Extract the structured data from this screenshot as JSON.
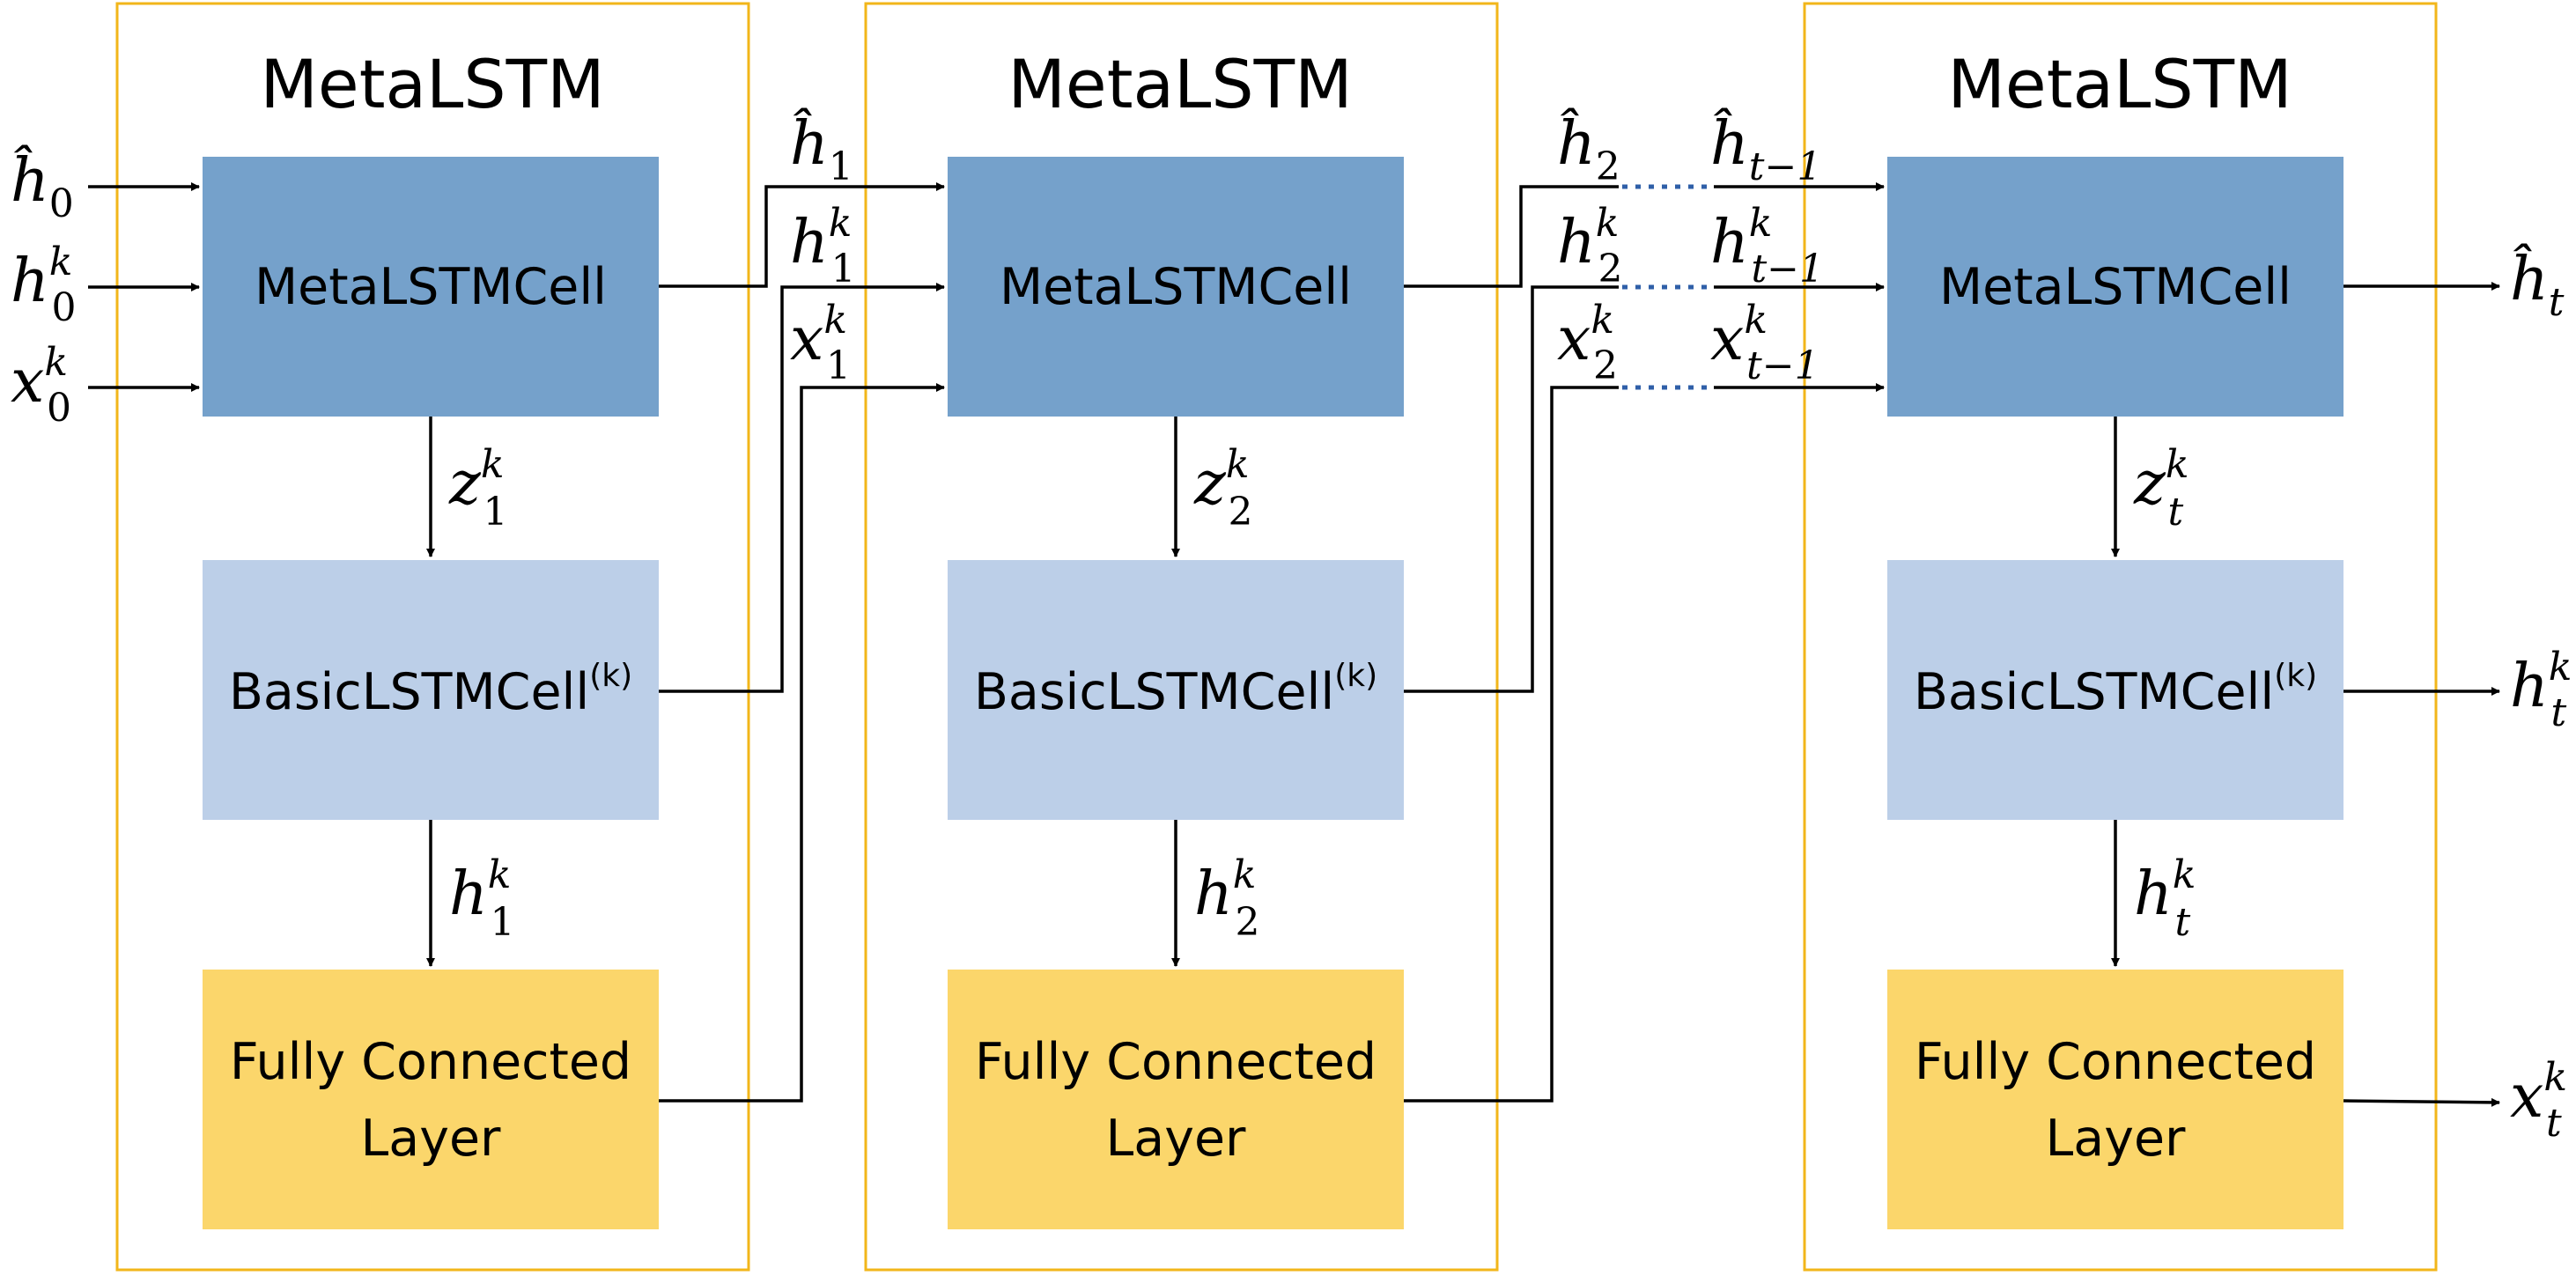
{
  "cells": [
    {
      "title": "MetaLSTM",
      "meta_cell": "MetaLSTMCell",
      "basic_cell": "BasicLSTMCell",
      "basic_cell_sup": "(k)",
      "fc_line1": "Fully Connected",
      "fc_line2": "Layer",
      "z": {
        "base": "z",
        "sub": "1",
        "sup": "k"
      },
      "h": {
        "base": "h",
        "sub": "1",
        "sup": "k"
      }
    },
    {
      "title": "MetaLSTM",
      "meta_cell": "MetaLSTMCell",
      "basic_cell": "BasicLSTMCell",
      "basic_cell_sup": "(k)",
      "fc_line1": "Fully Connected",
      "fc_line2": "Layer",
      "z": {
        "base": "z",
        "sub": "2",
        "sup": "k"
      },
      "h": {
        "base": "h",
        "sub": "2",
        "sup": "k"
      }
    },
    {
      "title": "MetaLSTM",
      "meta_cell": "MetaLSTMCell",
      "basic_cell": "BasicLSTMCell",
      "basic_cell_sup": "(k)",
      "fc_line1": "Fully Connected",
      "fc_line2": "Layer",
      "z": {
        "base": "z",
        "sub": "t",
        "sup": "k"
      },
      "h": {
        "base": "h",
        "sub": "t",
        "sup": "k"
      }
    }
  ],
  "inputs": [
    {
      "base": "ĥ",
      "sub": "0",
      "sup": ""
    },
    {
      "base": "h",
      "sub": "0",
      "sup": "k"
    },
    {
      "base": "x",
      "sub": "0",
      "sup": "k"
    }
  ],
  "links_1_2": [
    {
      "base": "ĥ",
      "sub": "1",
      "sup": ""
    },
    {
      "base": "h",
      "sub": "1",
      "sup": "k"
    },
    {
      "base": "x",
      "sub": "1",
      "sup": "k"
    }
  ],
  "links_2_out": [
    {
      "base": "ĥ",
      "sub": "2",
      "sup": ""
    },
    {
      "base": "h",
      "sub": "2",
      "sup": "k"
    },
    {
      "base": "x",
      "sub": "2",
      "sup": "k"
    }
  ],
  "links_t_in": [
    {
      "base": "ĥ",
      "sub": "t−1",
      "sup": ""
    },
    {
      "base": "h",
      "sub": "t−1",
      "sup": "k"
    },
    {
      "base": "x",
      "sub": "t−1",
      "sup": "k"
    }
  ],
  "outputs": [
    {
      "base": "ĥ",
      "sub": "t",
      "sup": ""
    },
    {
      "base": "h",
      "sub": "t",
      "sup": "k"
    },
    {
      "base": "x",
      "sub": "t",
      "sup": "k"
    }
  ],
  "colors": {
    "frame": "#f2b61a",
    "meta_cell": "#75a1cb",
    "basic_cell": "#bccfe8",
    "fc_layer": "#fbd66b",
    "ellipsis_dots": "#2f5fa8"
  }
}
